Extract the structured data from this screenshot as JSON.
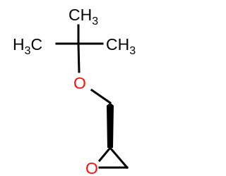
{
  "molecule": {
    "atoms": {
      "top_methyl": {
        "symbol": "CH",
        "count": "3"
      },
      "left_methyl": {
        "symbol": "H",
        "count": "3",
        "tail": "C"
      },
      "right_methyl": {
        "symbol": "CH",
        "count": "3"
      },
      "ether_oxygen": {
        "symbol": "O"
      },
      "ring_oxygen": {
        "symbol": "O"
      }
    },
    "colors": {
      "bond": "#000000",
      "carbon_label": "#000000",
      "oxygen_label": "#ff0d0d"
    },
    "stereo": {
      "wedge_bond": "bold"
    }
  }
}
